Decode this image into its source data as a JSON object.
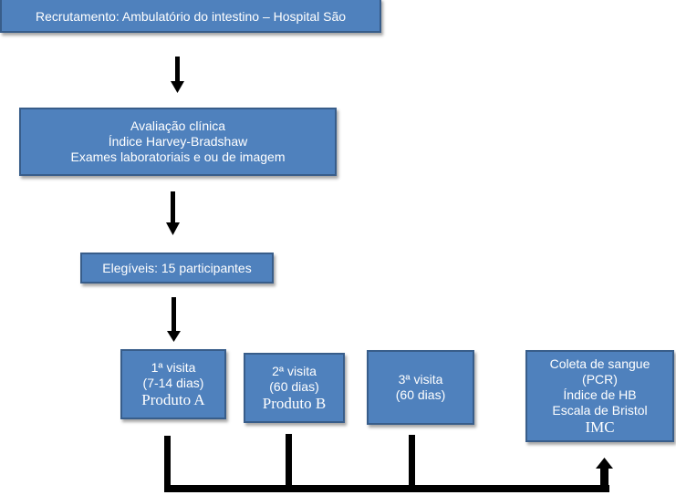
{
  "recruitment": {
    "text": "Recrutamento: Ambulatório do intestino – Hospital São"
  },
  "evaluation": {
    "line1": "Avaliação clínica",
    "line2": "Índice Harvey-Bradshaw",
    "line3": "Exames laboratoriais e ou de imagem"
  },
  "eligible": {
    "text": "Elegíveis: 15 participantes"
  },
  "visit1": {
    "line1": "1ª visita",
    "line2": "(7-14 dias)",
    "line3": "Produto A"
  },
  "visit2": {
    "line1": "2ª visita",
    "line2": "(60 dias)",
    "line3": "Produto B"
  },
  "visit3": {
    "line1": "3ª visita",
    "line2": "(60 dias)"
  },
  "collection": {
    "line1": "Coleta de sangue",
    "line2": "(PCR)",
    "line3": "Índice de HB",
    "line4": "Escala de Bristol",
    "line5": "IMC"
  },
  "colors": {
    "box_fill": "#4f81bd",
    "box_border": "#385d8a",
    "arrow": "#000000",
    "text": "#ffffff"
  }
}
